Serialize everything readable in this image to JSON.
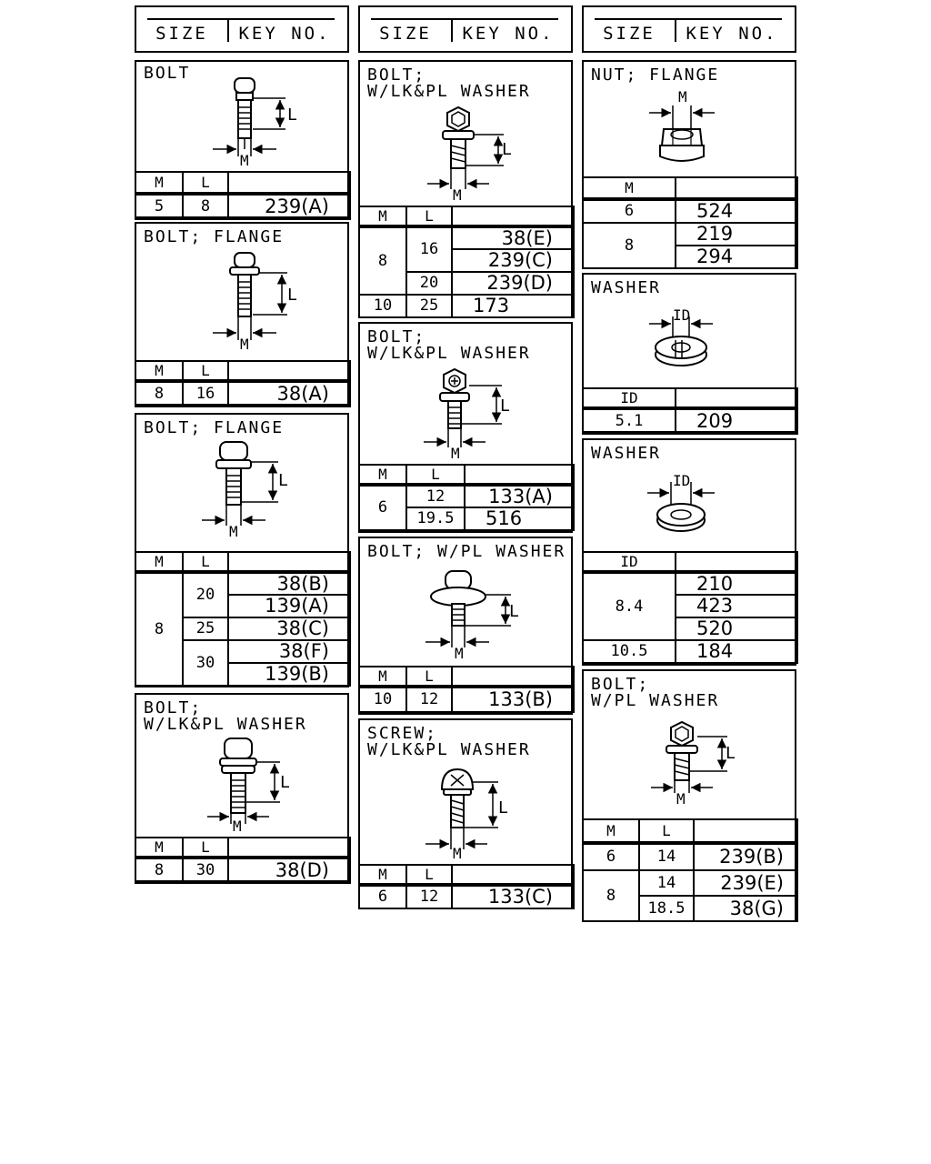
{
  "header": {
    "size_label": "SIZE",
    "key_label": "KEY NO."
  },
  "col_m": "M",
  "col_l": "L",
  "col_id": "ID",
  "dim_l": "L",
  "dim_m": "M",
  "dim_id": "ID",
  "panels": {
    "bolt": {
      "title": "BOLT",
      "rows": [
        {
          "m": "5",
          "l": "8",
          "key": "239(A)"
        }
      ]
    },
    "bolt_flange_1": {
      "title": "BOLT; FLANGE",
      "rows": [
        {
          "m": "8",
          "l": "16",
          "key": "38(A)"
        }
      ]
    },
    "bolt_flange_2": {
      "title": "BOLT; FLANGE",
      "m": "8",
      "groups": [
        {
          "l": "20",
          "keys": [
            "38(B)",
            "139(A)"
          ]
        },
        {
          "l": "25",
          "keys": [
            "38(C)"
          ]
        },
        {
          "l": "30",
          "keys": [
            "38(F)",
            "139(B)"
          ]
        }
      ]
    },
    "bolt_lkpl_1": {
      "title_line1": "BOLT;",
      "title_line2": "W/LK&PL WASHER",
      "rows": [
        {
          "m": "8",
          "l": "30",
          "key": "38(D)"
        }
      ]
    },
    "bolt_lkpl_hex": {
      "title_line1": "BOLT;",
      "title_line2": "W/LK&PL WASHER",
      "m8": "8",
      "l16": "16",
      "keys16": [
        "38(E)",
        "239(C)"
      ],
      "l20": "20",
      "key20": "239(D)",
      "m10": "10",
      "l25": "25",
      "key25": "173"
    },
    "bolt_lkpl_cross": {
      "title_line1": "BOLT;",
      "title_line2": "W/LK&PL WASHER",
      "m": "6",
      "rows": [
        {
          "l": "12",
          "key": "133(A)"
        },
        {
          "l": "19.5",
          "key": "516"
        }
      ]
    },
    "bolt_pl": {
      "title": "BOLT; W/PL WASHER",
      "rows": [
        {
          "m": "10",
          "l": "12",
          "key": "133(B)"
        }
      ]
    },
    "screw_lkpl": {
      "title_line1": "SCREW;",
      "title_line2": "W/LK&PL WASHER",
      "rows": [
        {
          "m": "6",
          "l": "12",
          "key": "133(C)"
        }
      ]
    },
    "nut_flange": {
      "title": "NUT; FLANGE",
      "m6": "6",
      "key6": "524",
      "m8": "8",
      "keys8": [
        "219",
        "294"
      ]
    },
    "washer_1": {
      "title": "WASHER",
      "rows": [
        {
          "id": "5.1",
          "key": "209"
        }
      ]
    },
    "washer_2": {
      "title": "WASHER",
      "id1": "8.4",
      "keys1": [
        "210",
        "423",
        "520"
      ],
      "id2": "10.5",
      "key2": "184"
    },
    "bolt_pl_2": {
      "title_line1": "BOLT;",
      "title_line2": "W/PL WASHER",
      "m6": "6",
      "l6": "14",
      "key6": "239(B)",
      "m8": "8",
      "l8a": "14",
      "key8a": "239(E)",
      "l8b": "18.5",
      "key8b": "38(G)"
    }
  }
}
